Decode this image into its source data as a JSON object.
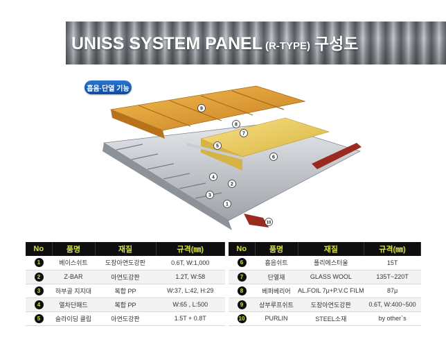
{
  "header": {
    "title_main": "UNISS SYSTEM PANEL",
    "title_sub": "(R-TYPE)",
    "title_kr": "구성도"
  },
  "badge": {
    "label": "흡음·단열 기능"
  },
  "diagram": {
    "callouts": [
      "1",
      "2",
      "3",
      "4",
      "5",
      "6",
      "7",
      "8",
      "9",
      "10"
    ]
  },
  "colors": {
    "roof_orange": "#e8a53a",
    "insulation_yellow": "#f1d267",
    "table_header_bg": "#0e0e0e",
    "table_header_text": "#d7e33a",
    "purlin_red": "#9b2b1e",
    "badge_blue": "#1b5fb8"
  },
  "table_left": {
    "headers": [
      "No",
      "품명",
      "재질",
      "규격(㎜)"
    ],
    "rows": [
      {
        "no": "1",
        "name": "베이스쉬트",
        "material": "도장아연도강판",
        "spec": "0.6T, W:1,000"
      },
      {
        "no": "2",
        "name": "Z-BAR",
        "material": "아연도강판",
        "spec": "1.2T, W:58"
      },
      {
        "no": "3",
        "name": "하부골 지지대",
        "material": "복합 PP",
        "spec": "W:37, L:42, H:29"
      },
      {
        "no": "4",
        "name": "열차단패드",
        "material": "복합 PP",
        "spec": "W:65 , L:500"
      },
      {
        "no": "5",
        "name": "슬라이딩 클립",
        "material": "아연도강판",
        "spec": "1.5T + 0.8T"
      }
    ]
  },
  "table_right": {
    "headers": [
      "No",
      "품명",
      "재질",
      "규격(㎜)"
    ],
    "rows": [
      {
        "no": "6",
        "name": "흡음쉬트",
        "material": "폴리에스터울",
        "spec": "15T"
      },
      {
        "no": "7",
        "name": "단열재",
        "material": "GLASS WOOL",
        "spec": "135T~220T"
      },
      {
        "no": "8",
        "name": "베퍼베리어",
        "material": "AL.FOIL 7μ+P.V.C FILM",
        "spec": "87μ"
      },
      {
        "no": "9",
        "name": "상부루프쉬트",
        "material": "도장아연도강판",
        "spec": "0.6T, W:400~500"
      },
      {
        "no": "10",
        "name": "PURLIN",
        "material": "STEEL소재",
        "spec": "by other`s"
      }
    ]
  }
}
